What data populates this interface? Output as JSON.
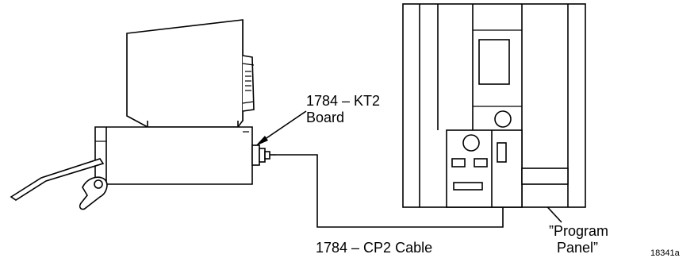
{
  "labels": {
    "board_line1": "1784 – KT2",
    "board_line2": "Board",
    "cable": "1784 – CP2 Cable",
    "panel_line1": "”Program",
    "panel_line2": "Panel”",
    "figure_id": "18341a"
  },
  "colors": {
    "line": "#000000",
    "background": "#ffffff"
  }
}
